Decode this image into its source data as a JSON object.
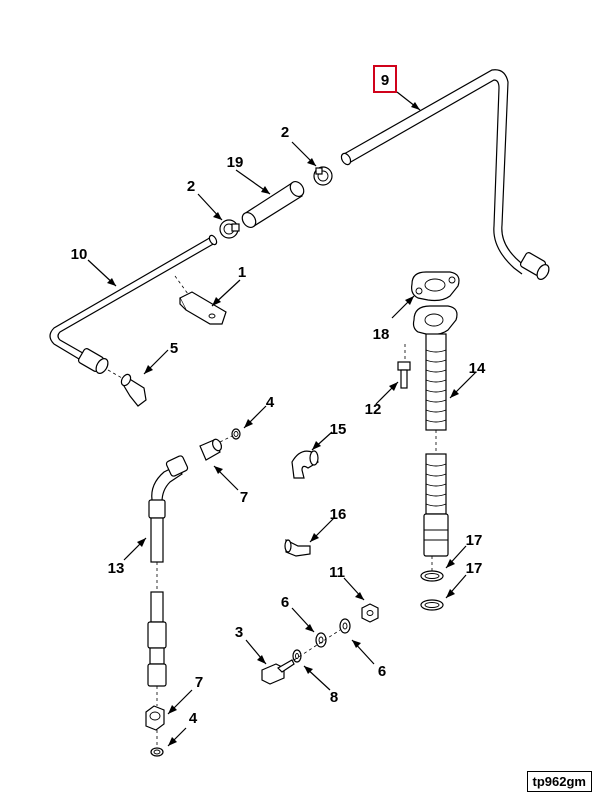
{
  "diagram": {
    "highlight_color": "#d0021b",
    "reference_code": "tp962gm",
    "callouts": [
      {
        "id": "c9",
        "text": "9",
        "highlighted": true
      },
      {
        "id": "c2a",
        "text": "2"
      },
      {
        "id": "c19",
        "text": "19"
      },
      {
        "id": "c2b",
        "text": "2"
      },
      {
        "id": "c10",
        "text": "10"
      },
      {
        "id": "c1",
        "text": "1"
      },
      {
        "id": "c5",
        "text": "5"
      },
      {
        "id": "c18",
        "text": "18"
      },
      {
        "id": "c14",
        "text": "14"
      },
      {
        "id": "c12",
        "text": "12"
      },
      {
        "id": "c4a",
        "text": "4"
      },
      {
        "id": "c7a",
        "text": "7"
      },
      {
        "id": "c15",
        "text": "15"
      },
      {
        "id": "c16",
        "text": "16"
      },
      {
        "id": "c13",
        "text": "13"
      },
      {
        "id": "c17a",
        "text": "17"
      },
      {
        "id": "c17b",
        "text": "17"
      },
      {
        "id": "c11",
        "text": "11"
      },
      {
        "id": "c6a",
        "text": "6"
      },
      {
        "id": "c3",
        "text": "3"
      },
      {
        "id": "c6b",
        "text": "6"
      },
      {
        "id": "c8",
        "text": "8"
      },
      {
        "id": "c7b",
        "text": "7"
      },
      {
        "id": "c4b",
        "text": "4"
      }
    ]
  }
}
